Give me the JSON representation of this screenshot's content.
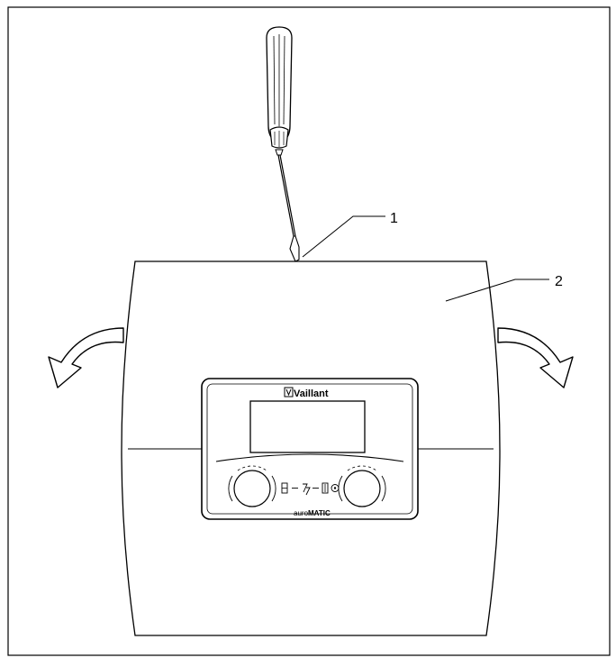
{
  "figure": {
    "callouts": [
      {
        "number": "1"
      },
      {
        "number": "2"
      }
    ],
    "device": {
      "brand": "Vaillant",
      "model_prefix": "auro",
      "model_suffix": "MATIC"
    },
    "icons": [
      "screwdriver-icon",
      "curved-arrow-left-icon",
      "curved-arrow-right-icon"
    ]
  }
}
